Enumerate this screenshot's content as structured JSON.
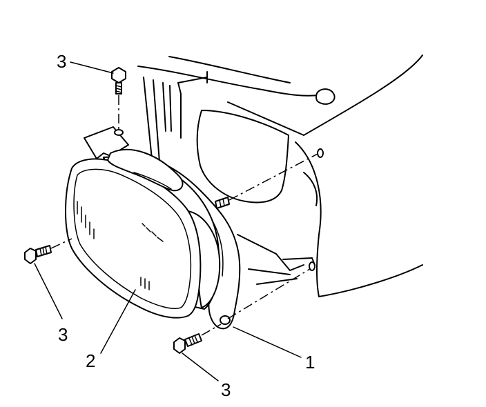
{
  "callouts": {
    "bolt_top": "3",
    "bolt_left": "3",
    "bolt_bottom": "3",
    "lamp": "2",
    "bracket": "1"
  }
}
